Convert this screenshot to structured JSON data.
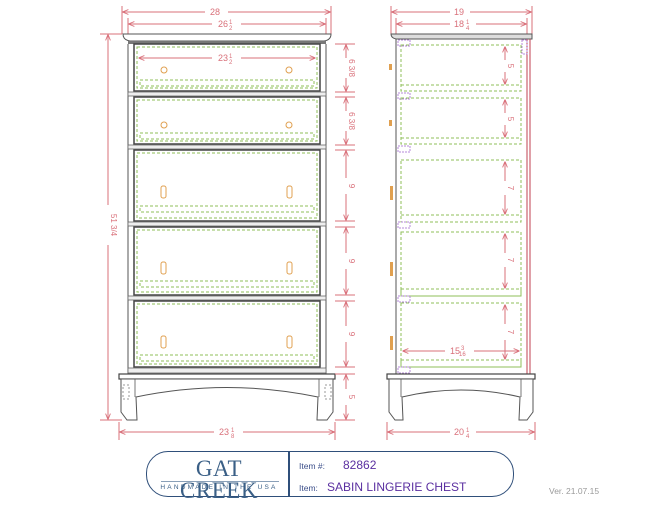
{
  "drawing": {
    "front_view": {
      "overall_top_width": "28",
      "carcass_width": "26",
      "carcass_width_frac": "1/2",
      "drawer_width": "23",
      "drawer_width_frac": "1/2",
      "overall_height": "51",
      "overall_height_frac": "3/4",
      "base_width": "23",
      "base_width_frac": "1/8",
      "drawer_heights": [
        "6 3/8",
        "6 3/8",
        "9",
        "9",
        "9"
      ],
      "base_height": "5"
    },
    "side_view": {
      "overall_depth": "19",
      "carcass_depth": "18",
      "carcass_depth_frac": "1/4",
      "drawer_box_heights": [
        "5",
        "5",
        "7",
        "7",
        "7"
      ],
      "drawer_depth": "15",
      "drawer_depth_frac": "3/16",
      "base_depth": "20",
      "base_depth_frac": "1/4"
    },
    "colors": {
      "dimension": "#d9707a",
      "outline": "#555555",
      "drawer_box": "#8fbf5a",
      "hardware": "#e0a050",
      "runner": "#b58ad8"
    }
  },
  "title_block": {
    "brand_name": "GAT CREEK",
    "brand_tagline": "HANDMADE IN THE USA",
    "item_number_label": "Item #:",
    "item_number": "82862",
    "item_label": "Item:",
    "item_name": "SABIN LINGERIE CHEST"
  },
  "version": "Ver. 21.07.15"
}
